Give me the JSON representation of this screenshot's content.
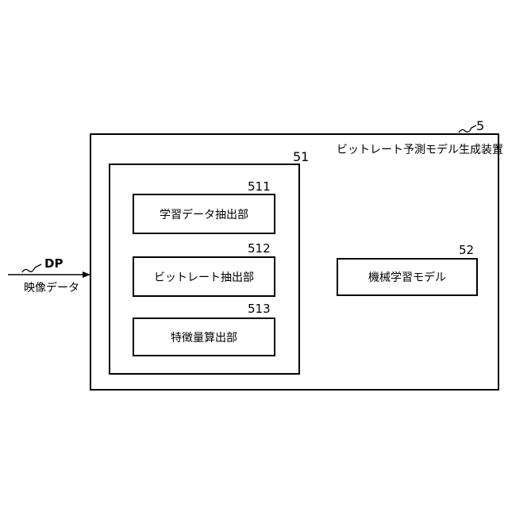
{
  "device": {
    "ref": "5",
    "title": "ビットレート予測モデル生成装置"
  },
  "extractor_unit": {
    "ref": "51"
  },
  "blocks": [
    {
      "ref": "511",
      "label": "学習データ抽出部"
    },
    {
      "ref": "512",
      "label": "ビットレート抽出部"
    },
    {
      "ref": "513",
      "label": "特徴量算出部"
    }
  ],
  "model": {
    "ref": "52",
    "label": "機械学習モデル"
  },
  "input": {
    "ref": "DP",
    "label": "映像データ"
  }
}
